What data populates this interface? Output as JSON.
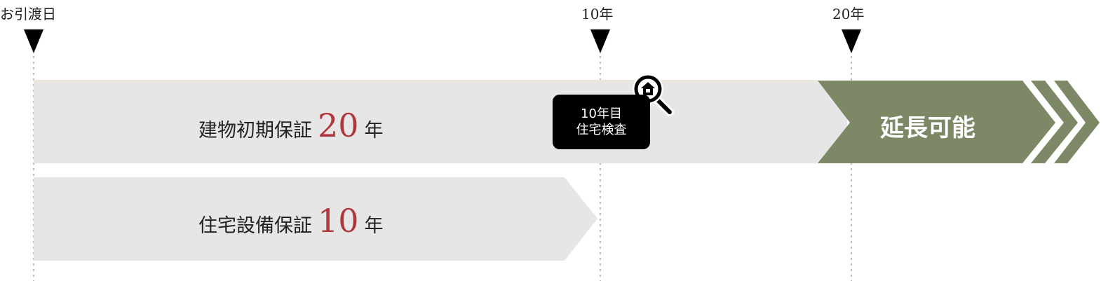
{
  "milestones": [
    {
      "label": "お引渡日"
    },
    {
      "label": "10年"
    },
    {
      "label": "20年"
    }
  ],
  "bars": [
    {
      "label": "建物初期保証",
      "number": "20",
      "unit": "年"
    },
    {
      "label": "住宅設備保証",
      "number": "10",
      "unit": "年"
    }
  ],
  "inspection": {
    "line1": "10年目",
    "line2": "住宅検査",
    "icon": "magnifier-house-icon"
  },
  "extension": {
    "label": "延長可能"
  },
  "colors": {
    "bar": "#e6e6e6",
    "accent_number": "#b0383c",
    "extension": "#7c8866",
    "marker": "#000000"
  }
}
